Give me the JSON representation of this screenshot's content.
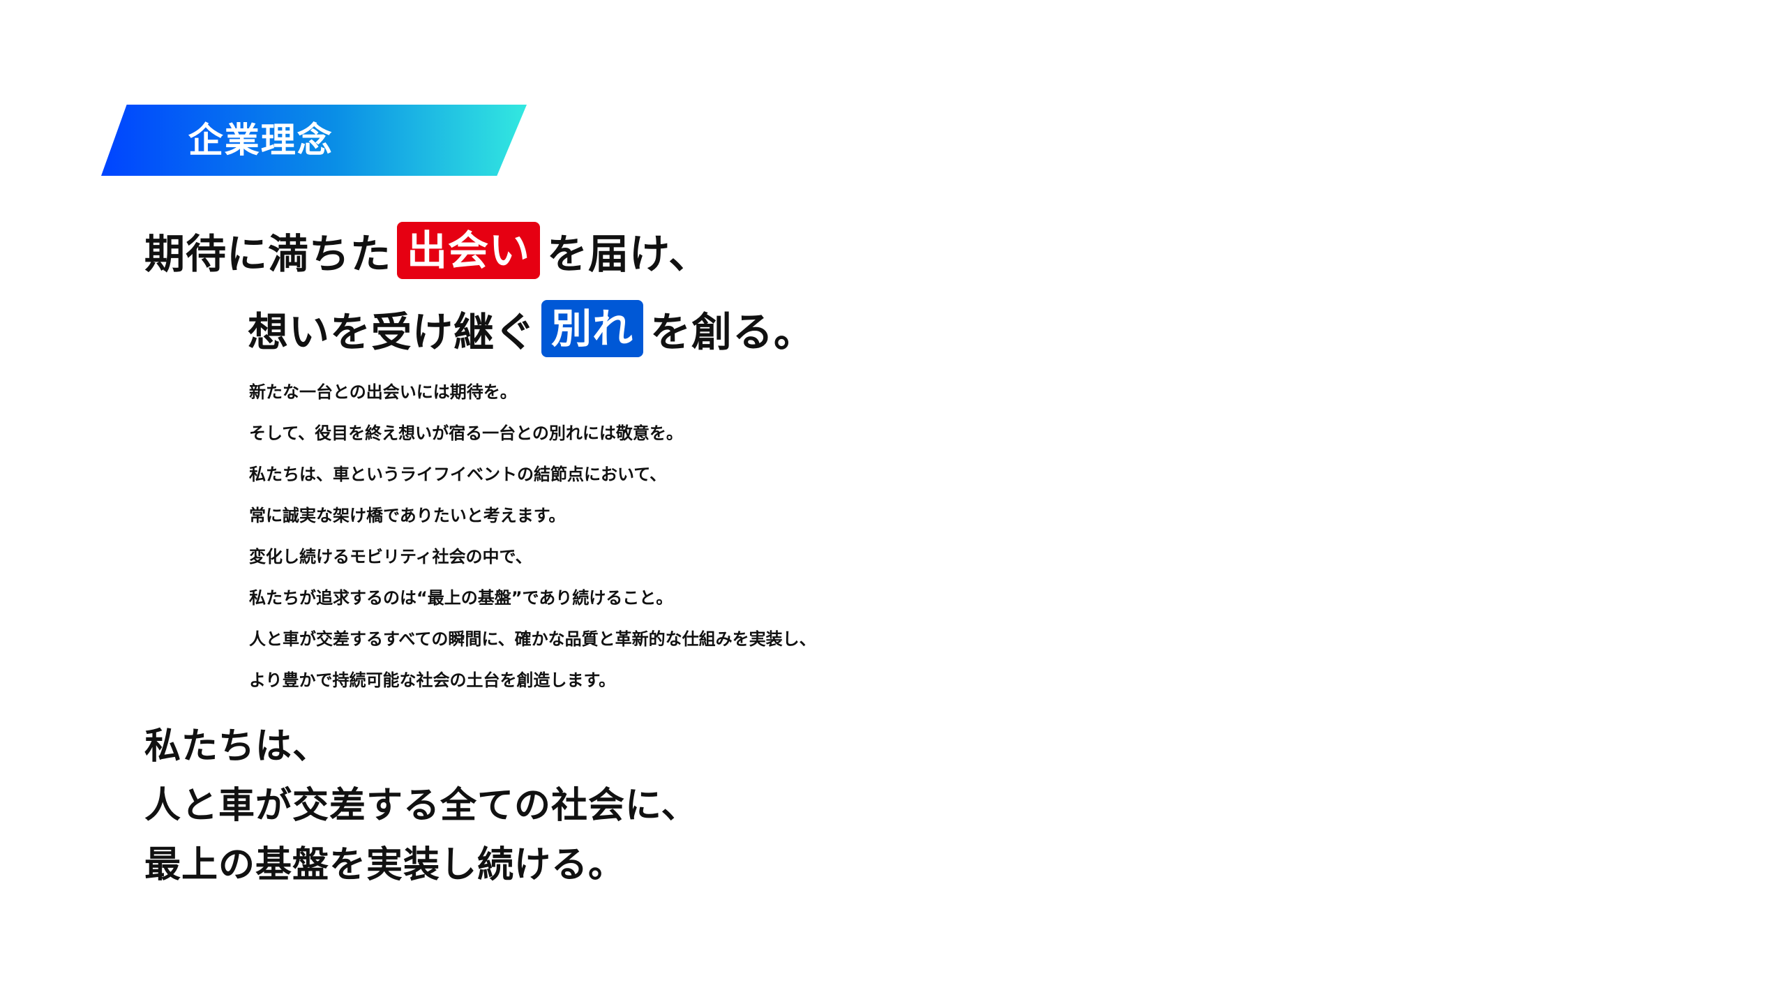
{
  "section_title": "企業理念",
  "headline": {
    "line1": {
      "before": "期待に満ちた",
      "highlight": "出会い",
      "after": "を届け、"
    },
    "line2": {
      "before": "想いを受け継ぐ",
      "highlight": "別れ",
      "after": "を創る。"
    }
  },
  "body_lines": [
    "新たな一台との出会いには期待を。",
    "そして、役目を終え想いが宿る一台との別れには敬意を。",
    "私たちは、車というライフイベントの結節点において、",
    "常に誠実な架け橋でありたいと考えます。",
    "変化し続けるモビリティ社会の中で、",
    "私たちが追求するのは“最上の基盤”であり続けること。",
    "人と車が交差するすべての瞬間に、確かな品質と革新的な仕組みを実装し、",
    "より豊かで持続可能な社会の土台を創造します。"
  ],
  "closing_lines": [
    "私たちは、",
    "人と車が交差する全ての社会に、",
    "最上の基盤を実装し続ける。"
  ],
  "colors": {
    "red_highlight": "#e60012",
    "blue_highlight": "#0058d6",
    "banner_start": "#0044ff",
    "banner_end": "#33e8e0"
  }
}
